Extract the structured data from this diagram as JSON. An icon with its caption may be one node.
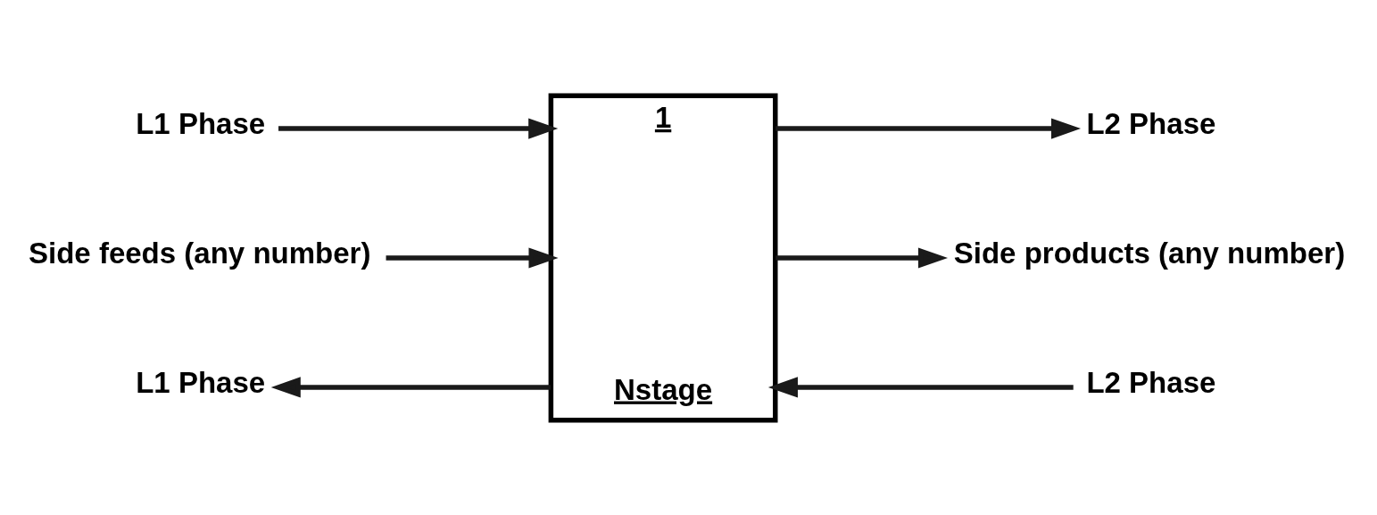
{
  "diagram": {
    "nodes": [
      {
        "text": [
          "1",
          "Nstage"
        ]
      },
      {
        "text": [
          "L1 Phase"
        ]
      },
      {
        "text": [
          "Side feeds (any number)"
        ]
      },
      {
        "text": [
          "L2 Phase"
        ]
      },
      {
        "text": [
          "Side products (any number)"
        ]
      },
      {
        "text": [
          "L1 Phase"
        ]
      },
      {
        "text": [
          "L2 Phase"
        ]
      }
    ],
    "edges": [
      {
        "from": 1,
        "to": 0,
        "arrow": "to"
      },
      {
        "from": 0,
        "to": 3,
        "arrow": "to"
      },
      {
        "from": 2,
        "to": 0,
        "arrow": "to"
      },
      {
        "from": 0,
        "to": 4,
        "arrow": "to"
      },
      {
        "from": 0,
        "to": 5,
        "arrow": "to"
      },
      {
        "from": 6,
        "to": 0,
        "arrow": "to"
      }
    ]
  }
}
